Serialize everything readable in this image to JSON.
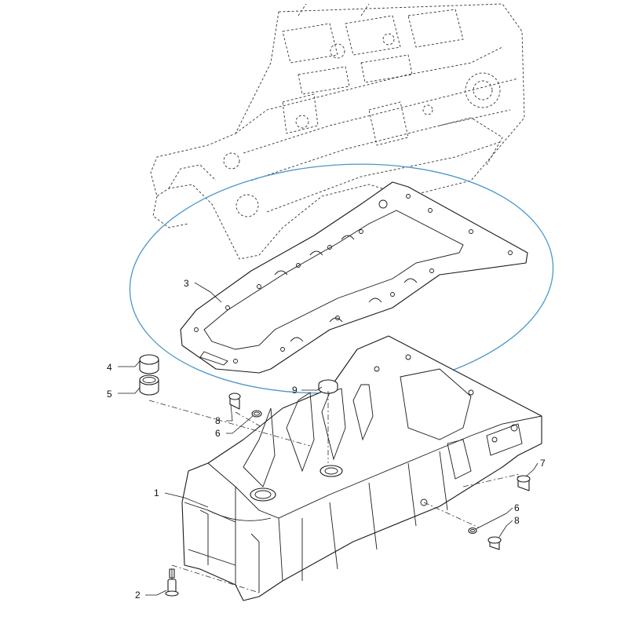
{
  "diagram": {
    "highlight_color": "#4a98c9",
    "line_color": "#1a1a1a",
    "callouts": [
      {
        "id": "1",
        "label": "1"
      },
      {
        "id": "2",
        "label": "2"
      },
      {
        "id": "3",
        "label": "3"
      },
      {
        "id": "4",
        "label": "4"
      },
      {
        "id": "5",
        "label": "5"
      },
      {
        "id": "6a",
        "label": "6"
      },
      {
        "id": "6b",
        "label": "6"
      },
      {
        "id": "7",
        "label": "7"
      },
      {
        "id": "8a",
        "label": "8"
      },
      {
        "id": "8b",
        "label": "8"
      },
      {
        "id": "9",
        "label": "9"
      }
    ]
  }
}
